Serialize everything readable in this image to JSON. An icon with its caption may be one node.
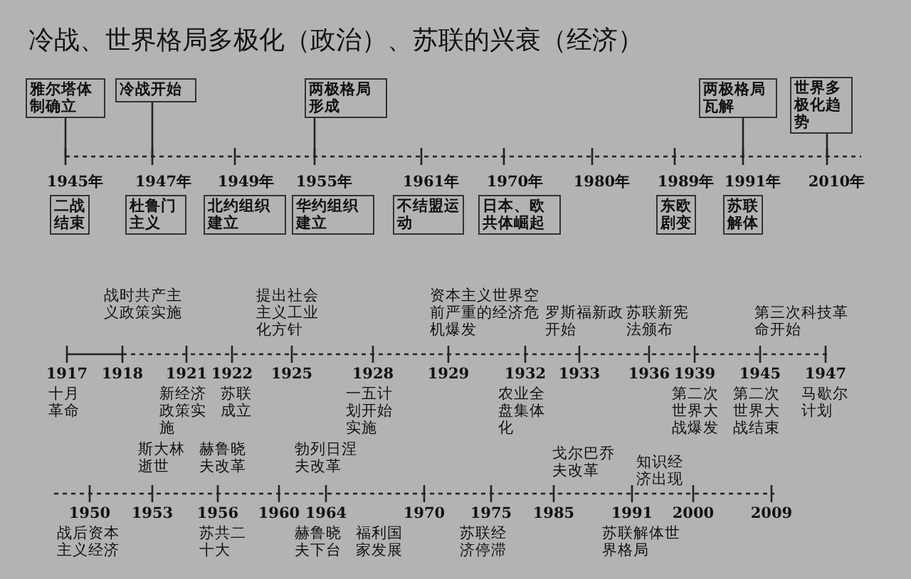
{
  "diagram": {
    "title": "冷战、世界格局多极化（政治）、苏联的兴衰（经济）",
    "nodes": [
      {
        "text": [
          "雅尔塔体制确立"
        ]
      },
      {
        "text": [
          "冷战开始"
        ]
      },
      {
        "text": [
          "两极格局形成"
        ]
      },
      {
        "text": [
          "两极格局瓦解"
        ]
      },
      {
        "text": [
          "世界多极化趋势"
        ]
      },
      {
        "text": [
          "二战结束"
        ]
      },
      {
        "text": [
          "杜鲁门主义"
        ]
      },
      {
        "text": [
          "北约组织建立"
        ]
      },
      {
        "text": [
          "华约组织建立"
        ]
      },
      {
        "text": [
          "不结盟运动"
        ]
      },
      {
        "text": [
          "日本、欧共体崛起"
        ]
      },
      {
        "text": [
          "东欧剧变"
        ]
      },
      {
        "text": [
          "苏联解体"
        ]
      }
    ],
    "edges": [
      {
        "from": 0,
        "to": null,
        "arrow": "none"
      },
      {
        "from": 1,
        "to": null,
        "arrow": "none"
      },
      {
        "from": 2,
        "to": null,
        "arrow": "none"
      },
      {
        "from": 3,
        "to": null,
        "arrow": "none"
      },
      {
        "from": 4,
        "to": null,
        "arrow": "none"
      }
    ],
    "labels": [
      "1945年",
      "1947年",
      "1949年",
      "1955年",
      "1961年",
      "1970年",
      "1980年",
      "1989年",
      "1991年",
      "2010年",
      "战时共产主义政策实施",
      "提出社会主义工业化方针",
      "资本主义世界空前严重的经济危机爆发",
      "罗斯福新政开始",
      "苏联新宪法颁布",
      "第三次科技革命开始",
      "1917",
      "1918",
      "1921",
      "1922",
      "1925",
      "1928",
      "1929",
      "1932",
      "1933",
      "1936",
      "1939",
      "1945",
      "1947",
      "十月革命",
      "新经济政策实施",
      "苏联成立",
      "一五计划开始实施",
      "农业全盘集体化",
      "第二次世界大战爆发",
      "第二次世界大战结束",
      "马歇尔计划",
      "斯大林逝世",
      "赫鲁晓夫改革",
      "勃列日涅夫改革",
      "戈尔巴乔夫改革",
      "知识经济出现",
      "1950",
      "1953",
      "1956",
      "1960",
      "1964",
      "1970",
      "1975",
      "1985",
      "1991",
      "2000",
      "2009",
      "战后资本主义经济",
      "苏共二十大",
      "赫鲁晓夫下台",
      "福利国家发展",
      "苏联经济停滞",
      "苏联解体世界格局"
    ]
  }
}
